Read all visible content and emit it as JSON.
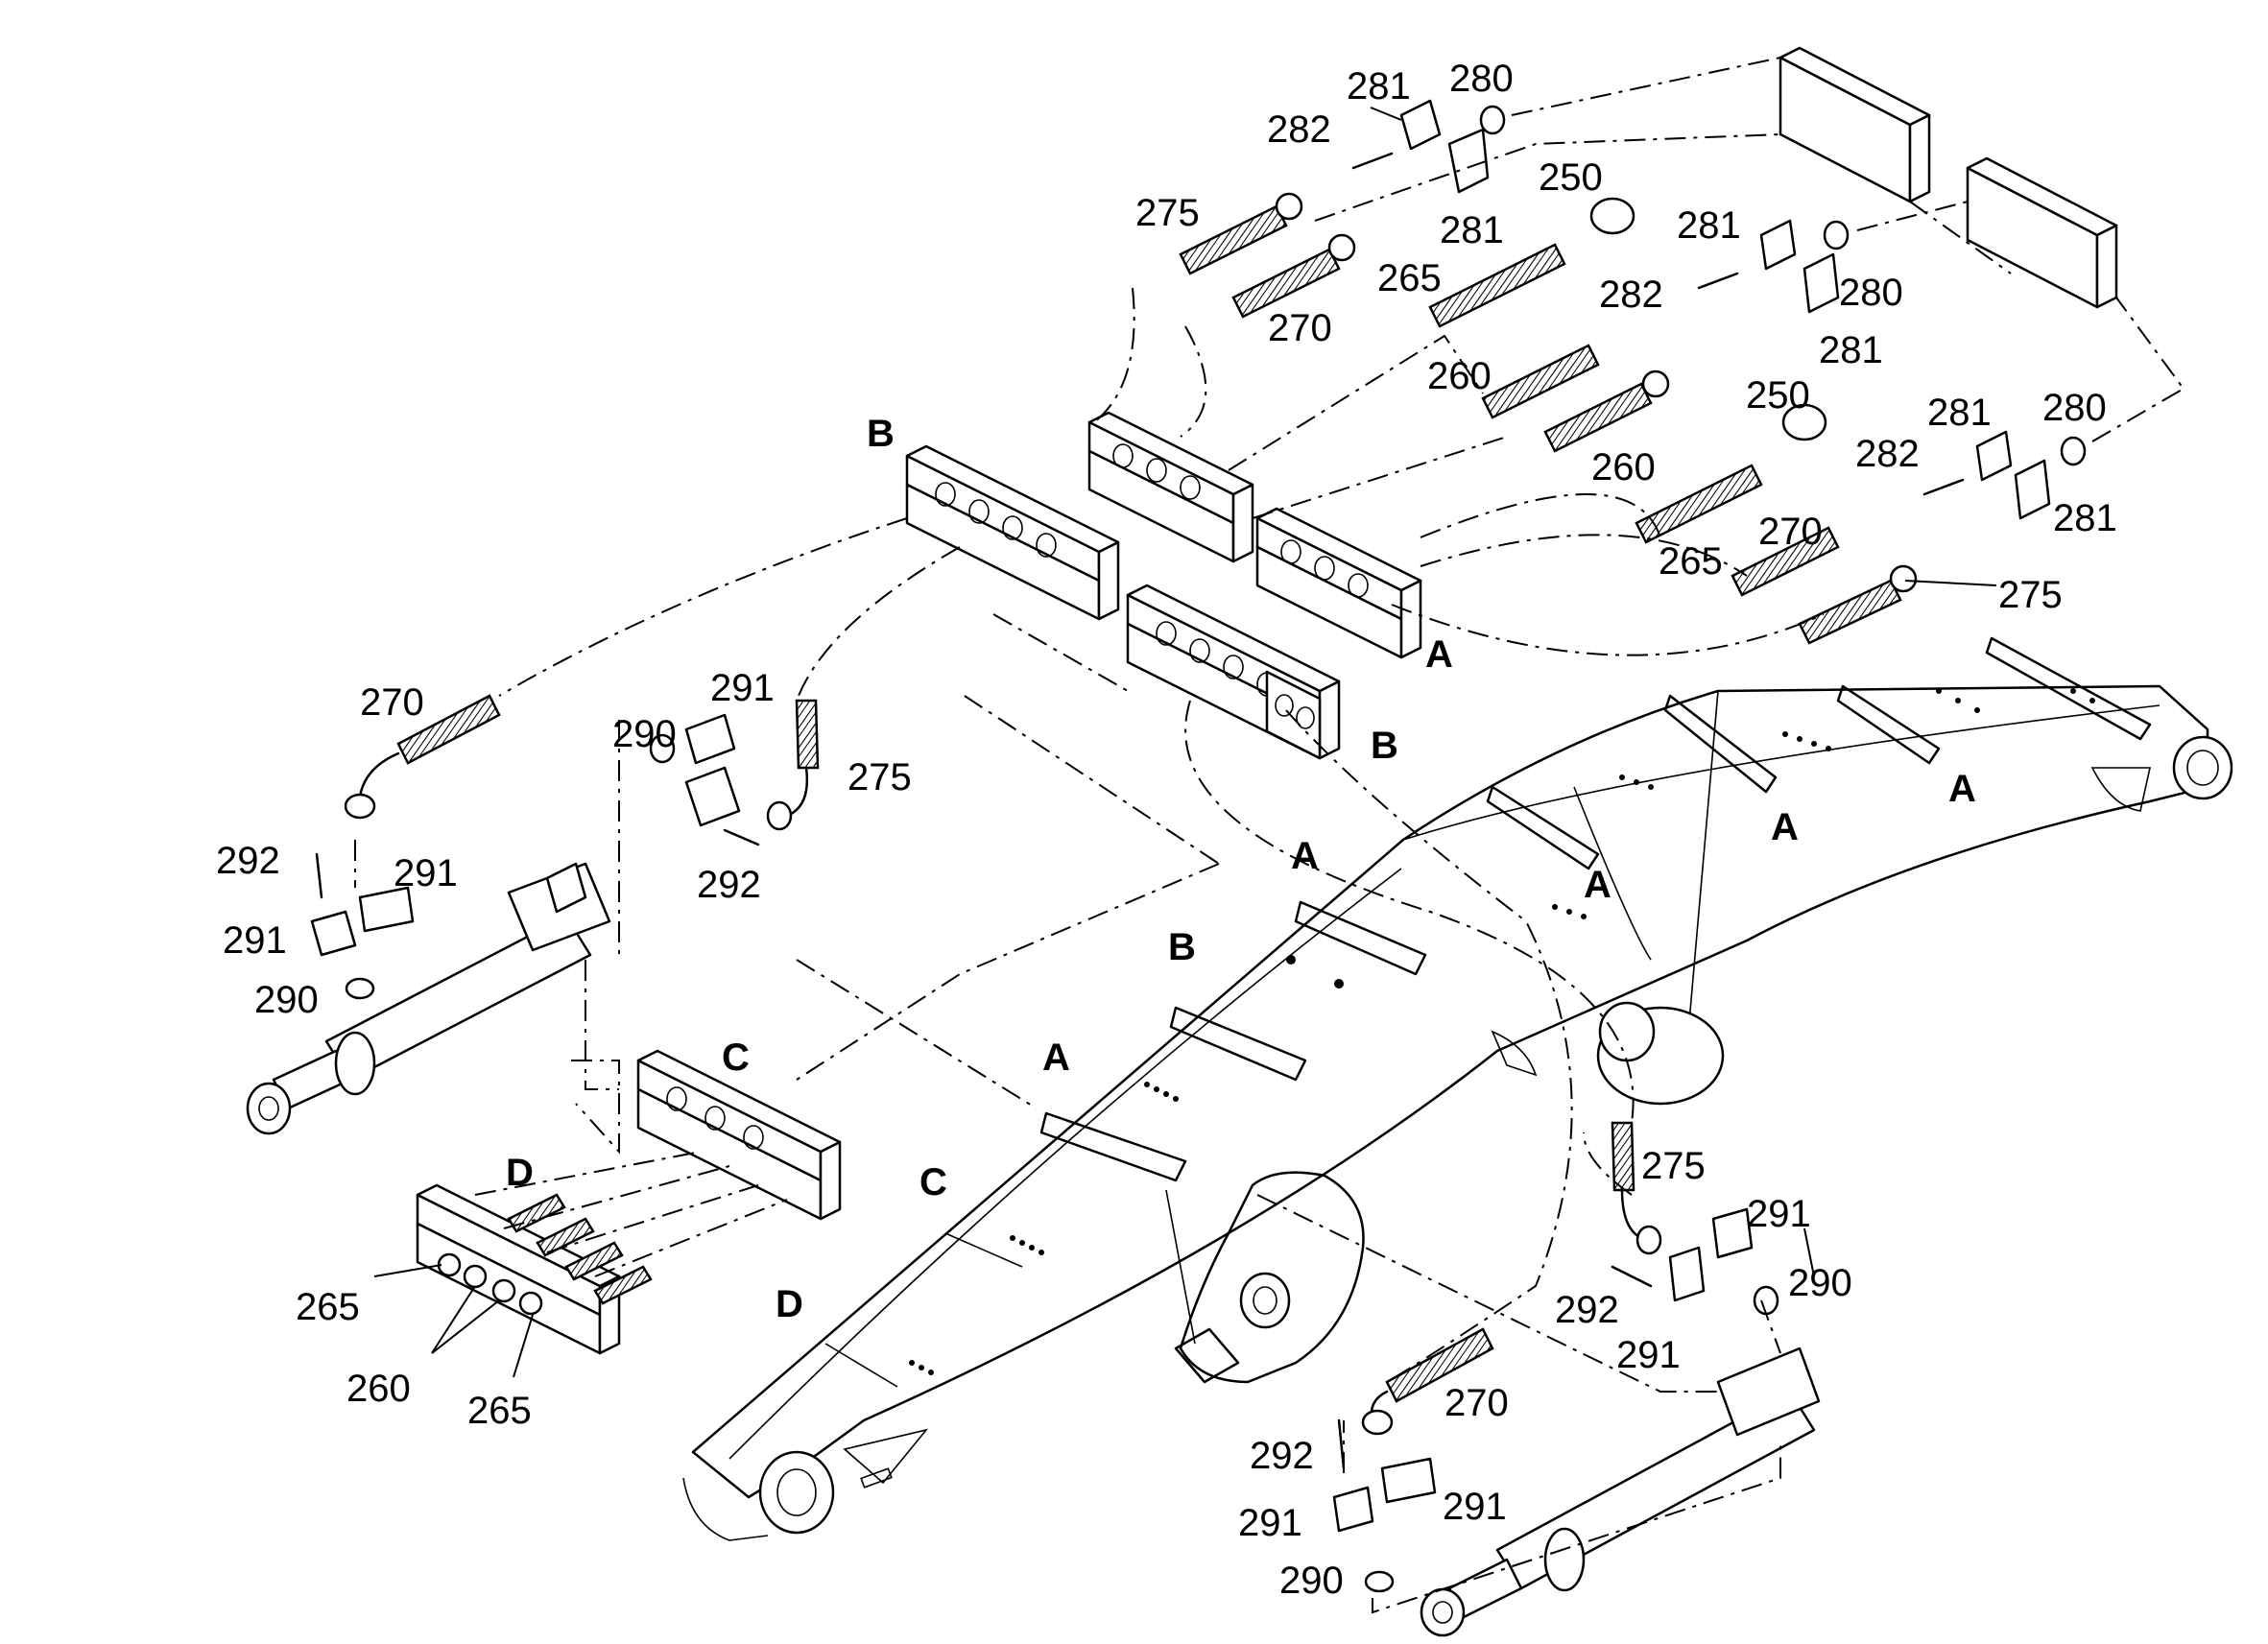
{
  "group_labels": {
    "a1": "A",
    "a2": "A",
    "a3": "A",
    "a4": "A",
    "a5": "A",
    "a6": "A",
    "b1": "B",
    "b2": "B",
    "b3": "B",
    "c1": "C",
    "c2": "C",
    "d1": "D",
    "d2": "D"
  },
  "part_numbers": {
    "p280_top": "280",
    "p281_top": "281",
    "p282_top": "282",
    "p275_top": "275",
    "p250_top": "250",
    "p281_b": "281",
    "p265_top": "265",
    "p270_top": "270",
    "p281_r1": "281",
    "p282_r1": "282",
    "p280_r1": "280",
    "p281_r2": "281",
    "p260_a": "260",
    "p260_b": "260",
    "p250_r": "250",
    "p281_r3": "281",
    "p280_r2": "280",
    "p282_r2": "282",
    "p281_r4": "281",
    "p265_r": "265",
    "p270_r": "270",
    "p275_r": "275",
    "p270_left": "270",
    "p290_mid": "290",
    "p291_mid": "291",
    "p275_mid": "275",
    "p292_mid": "292",
    "p292_left": "292",
    "p291_left_a": "291",
    "p291_left_b": "291",
    "p290_left": "290",
    "p265_bl": "265",
    "p260_bl": "260",
    "p265_bl2": "265",
    "p275_br": "275",
    "p291_br_a": "291",
    "p292_br": "292",
    "p290_br": "290",
    "p291_br_b": "291",
    "p270_br": "270",
    "p292_br2": "292",
    "p291_br_c": "291",
    "p291_br_d": "291",
    "p290_br2": "290"
  }
}
